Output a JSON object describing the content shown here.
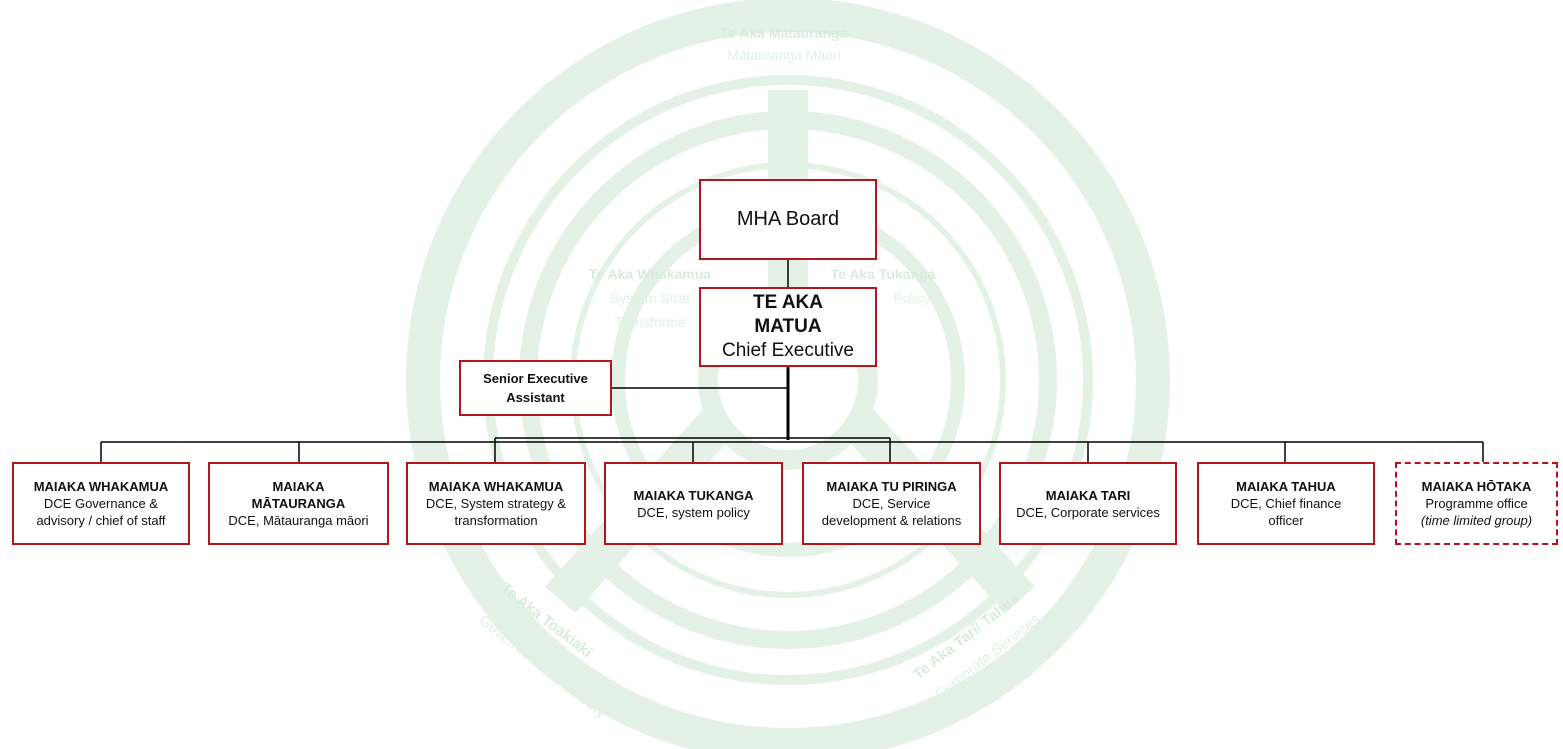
{
  "watermark": {
    "top_title": "Te Aka Matauranga",
    "top_sub": "Mātauranga Māori",
    "left_title": "Te Aka Whakamua",
    "left_sub1": "System Strat",
    "left_sub2": "Transforma",
    "right_title": "Te Aka Tukanga",
    "right_sub": "Policy",
    "bottom_left_title": "Te Aka Toakiaki",
    "bottom_left_sub": "Governance & Advisory",
    "bottom_right_title": "Te Aka Tari/ Tahua",
    "bottom_right_sub": "Corporate Services",
    "color": "#d8ecde"
  },
  "board": {
    "title": "MHA Board"
  },
  "ceo": {
    "title_line1": "TE AKA",
    "title_line2": "MATUA",
    "subtitle": "Chief Executive"
  },
  "assistant": {
    "line1": "Senior Executive",
    "line2": "Assistant"
  },
  "departments": [
    {
      "title": "MAIAKA WHAKAMUA",
      "desc": "DCE Governance & advisory / chief of staff"
    },
    {
      "title": "MAIAKA MĀTAURANGA",
      "desc": "DCE, Mātauranga māori"
    },
    {
      "title": "MAIAKA WHAKAMUA",
      "desc": "DCE, System strategy & transformation"
    },
    {
      "title": "MAIAKA TUKANGA",
      "desc": "DCE, system policy"
    },
    {
      "title": "MAIAKA TU PIRINGA",
      "desc": "DCE, Service development & relations"
    },
    {
      "title": "MAIAKA TARI",
      "desc": "DCE, Corporate services"
    },
    {
      "title": "MAIAKA TAHUA",
      "desc": "DCE, Chief finance officer"
    },
    {
      "title": "MAIAKA HŌTAKA",
      "desc": "Programme office",
      "note": "(time limited group)"
    }
  ],
  "colors": {
    "box_border": "#b4151d",
    "connector": "#000000"
  }
}
